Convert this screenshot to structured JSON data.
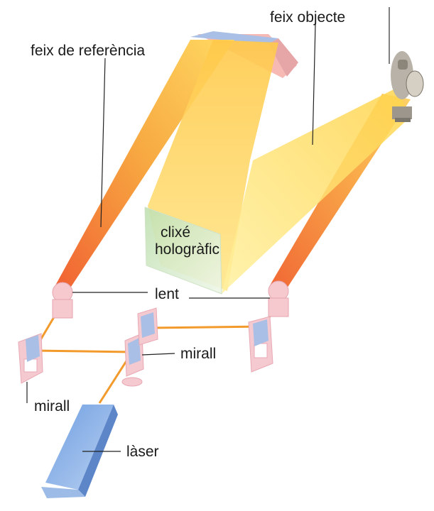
{
  "labels": {
    "reference_beam": "feix de referència",
    "object_beam": "feix objecte",
    "holographic_plate_line1": "clixé",
    "holographic_plate_line2": "hologràfic",
    "lens": "lent",
    "mirror_center": "mirall",
    "mirror_left": "mirall",
    "laser": "làser"
  },
  "colors": {
    "beam_orange": "#f07a2a",
    "beam_yellow": "#ffd84a",
    "beam_pale": "#fff1a8",
    "laser_blue": "#8fb4e6",
    "plate_green": "#cfe6c4",
    "mirror_pink": "#f6c6cc",
    "mirror_blue": "#9fb7e0"
  }
}
